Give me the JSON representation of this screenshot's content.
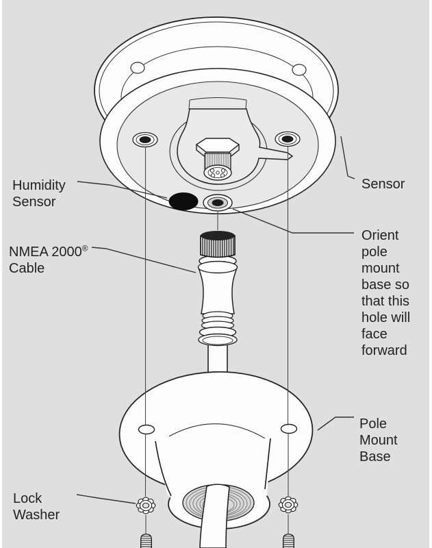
{
  "colors": {
    "background": "#dfdfdf",
    "line": "#222222",
    "part_fill": "#fdfdfd",
    "shade": "#e8e8e8",
    "port_black": "#0d0d0d"
  },
  "labels": {
    "humidity": {
      "lines": [
        "Humidity",
        "Sensor"
      ]
    },
    "sensor": {
      "lines": [
        "Sensor"
      ]
    },
    "nmea": {
      "line1": "NMEA 2000",
      "reg": "®",
      "line2": "Cable"
    },
    "orient": {
      "lines": [
        "Orient",
        "pole",
        "mount",
        "base so",
        "that this",
        "hole will",
        "face",
        "forward"
      ]
    },
    "pole_mount": {
      "lines": [
        "Pole",
        "Mount",
        "Base"
      ]
    },
    "lock_washer": {
      "lines": [
        "Lock",
        "Washer"
      ]
    }
  }
}
